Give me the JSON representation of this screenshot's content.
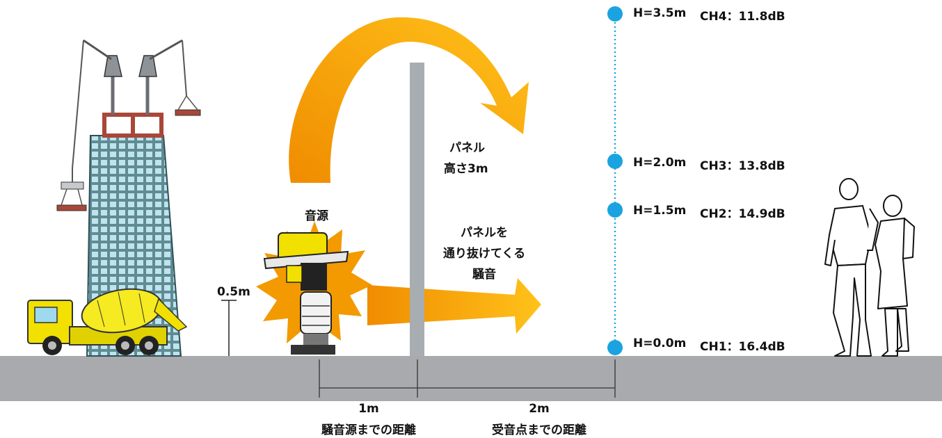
{
  "source": {
    "label": "音源",
    "height_label": "0.5m"
  },
  "panel": {
    "label_line1": "パネル",
    "label_line2": "高さ3m"
  },
  "through_noise": {
    "line1": "パネルを",
    "line2": "通り抜けてくる",
    "line3": "騒音"
  },
  "distances": [
    {
      "value": "1m",
      "caption": "騒音源までの距離"
    },
    {
      "value": "2m",
      "caption": "受音点までの距離"
    }
  ],
  "measurement_points": [
    {
      "height": "H=3.5m",
      "channel": "CH4：11.8dB"
    },
    {
      "height": "H=2.0m",
      "channel": "CH3：13.8dB"
    },
    {
      "height": "H=1.5m",
      "channel": "CH2：14.9dB"
    },
    {
      "height": "H=0.0m",
      "channel": "CH1：16.4dB"
    }
  ],
  "colors": {
    "ground": "#a9aaad",
    "panel": "#a8adb2",
    "arrow_dark": "#f08c00",
    "arrow_light": "#ffc21a",
    "sensor": "#1aa3e0",
    "building": "#5f8c92",
    "crane_frame": "#a94738",
    "truck": "#f1e000"
  },
  "icons": [
    "construction-building-icon",
    "mixer-truck-icon",
    "rammer-icon",
    "pedestrians-icon",
    "sensor-dot-icon"
  ]
}
